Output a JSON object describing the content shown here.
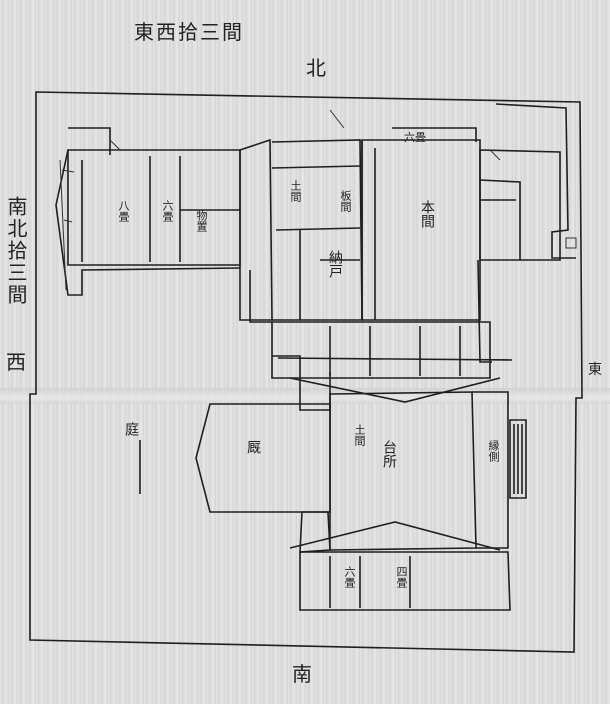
{
  "header": {
    "dimension_ew": "東西拾三間",
    "dir_north": "北"
  },
  "side": {
    "dimension_ns": "南北拾三間",
    "dir_west": "西",
    "dir_east": "東",
    "dir_south": "南"
  },
  "rooms": {
    "main_hall": "本間",
    "stable_yard": "厩",
    "hearth_room": "台所",
    "storeroom": "納戸",
    "garden_label": "庭"
  },
  "annotations": {
    "left_room_a": "八畳",
    "left_room_b": "六畳",
    "left_room_c": "物置",
    "hall_a": "土間",
    "hall_b": "板間",
    "top_room": "六畳",
    "center_room": "土間",
    "south_a": "六畳",
    "south_b": "四畳",
    "east_strip": "縁側"
  },
  "colors": {
    "ink": "#1f1f1f",
    "paper": "#dedede"
  }
}
